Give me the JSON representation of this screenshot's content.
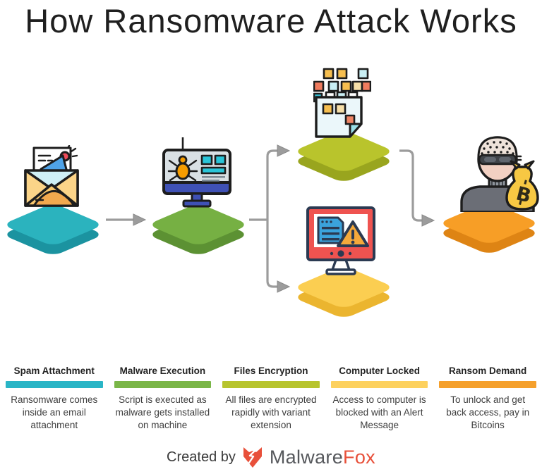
{
  "title": "How Ransomware Attack Works",
  "stages": [
    {
      "name": "Spam Attachment",
      "description": "Ransomware comes inside an email attachment",
      "bar_color": "#29B5C6",
      "diamond_top": "#2BB3BE",
      "diamond_side": "#1B93A0",
      "icon": "email-megaphone-icon"
    },
    {
      "name": "Malware Execution",
      "description": "Script is executed as malware gets installed on machine",
      "bar_color": "#7AB648",
      "diamond_top": "#76B043",
      "diamond_side": "#5C9133",
      "icon": "computer-bug-icon"
    },
    {
      "name": "Files Encryption",
      "description": "All files are encrypted rapidly with variant extension",
      "bar_color": "#B7C42E",
      "diamond_top": "#B9C42C",
      "diamond_side": "#99A51E",
      "icon": "encrypted-file-icon"
    },
    {
      "name": "Computer Locked",
      "description": "Access to computer is blocked with an Alert Message",
      "bar_color": "#FDD15E",
      "diamond_top": "#FBCE51",
      "diamond_side": "#EBB52F",
      "icon": "alert-monitor-icon"
    },
    {
      "name": "Ransom Demand",
      "description": "To unlock and get back access, pay in Bitcoins",
      "bar_color": "#F5A02C",
      "diamond_top": "#F79E26",
      "diamond_side": "#DE8414",
      "icon": "hacker-bitcoin-icon"
    }
  ],
  "footer": {
    "created_by": "Created by",
    "brand_name": "Malware",
    "brand_accent": "Fox"
  },
  "colors": {
    "arrow": "#9C9C9C",
    "title_text": "#1F1F1F",
    "header_text": "#232323",
    "desc_text": "#3E3E3E",
    "brand_gray": "#56585C",
    "brand_red": "#E8503A"
  }
}
